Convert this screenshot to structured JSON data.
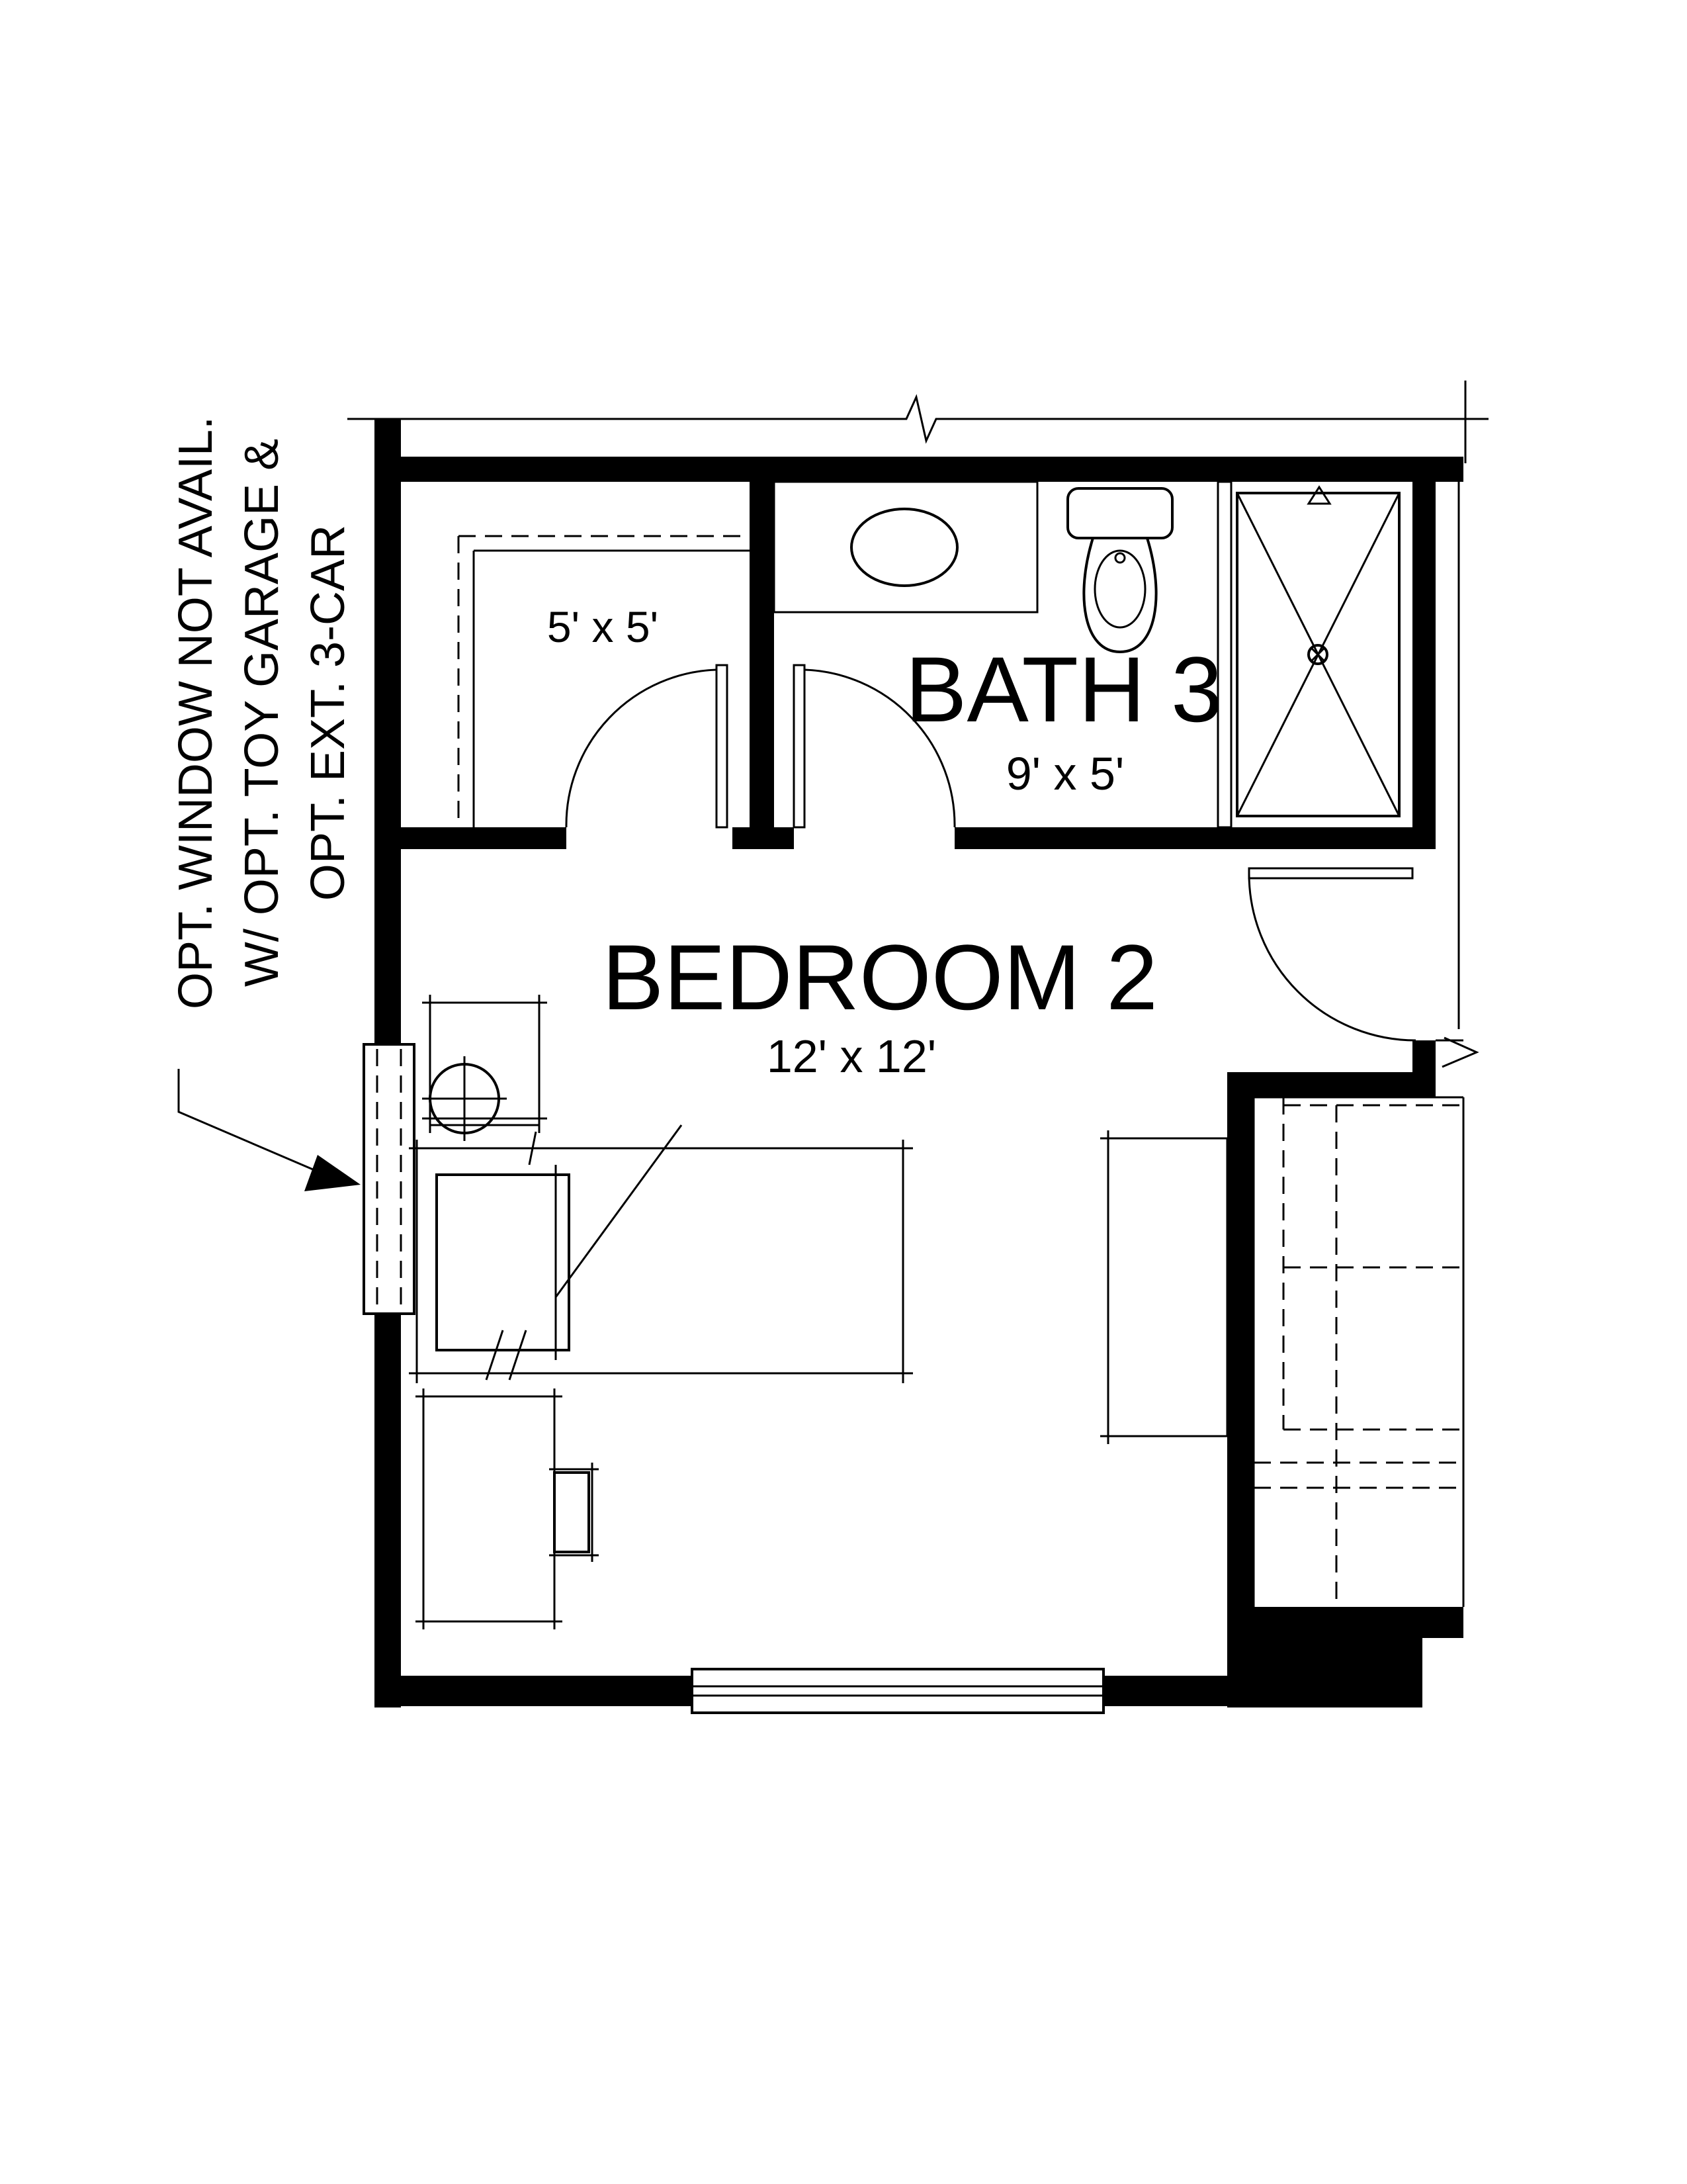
{
  "rooms": {
    "closet": {
      "size": "5' x 5'"
    },
    "bath": {
      "name": "BATH 3",
      "size": "9' x 5'"
    },
    "bedroom": {
      "name": "BEDROOM 2",
      "size": "12' x 12'"
    }
  },
  "note": {
    "line1": "OPT. WINDOW NOT AVAIL.",
    "line2": "W/ OPT. TOY GARAGE &",
    "line3": "OPT. EXT. 3-CAR"
  },
  "colors": {
    "ink": "#000000",
    "paper": "#ffffff"
  }
}
